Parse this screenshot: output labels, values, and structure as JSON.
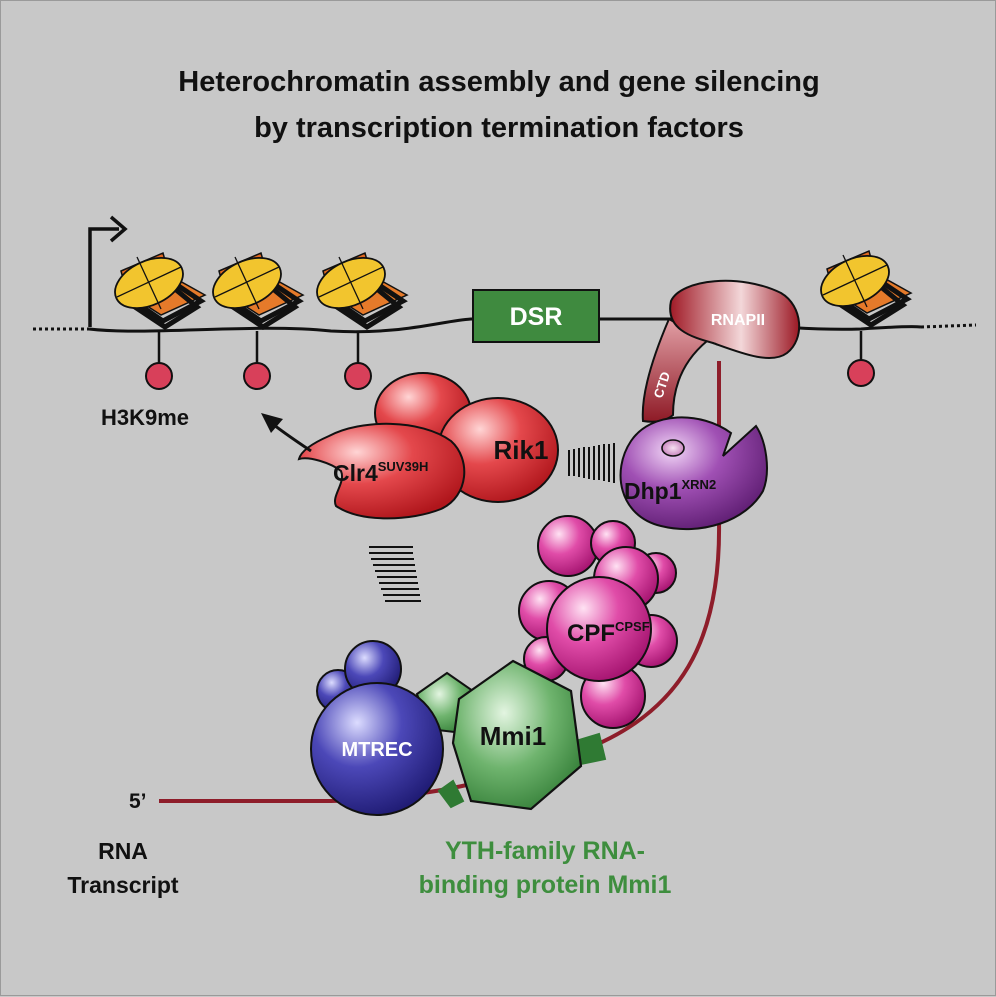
{
  "title": {
    "line1": "Heterochromatin assembly and gene silencing",
    "line2": "by transcription termination factors"
  },
  "labels": {
    "dsr": "DSR",
    "rnapii": "RNAPII",
    "ctd": "CTD",
    "h3k9me": "H3K9me",
    "rik1": "Rik1",
    "clr4": "Clr4",
    "clr4_sup": "SUV39H",
    "dhp1": "Dhp1",
    "dhp1_sup": "XRN2",
    "cpf": "CPF",
    "cpf_sup": "CPSF",
    "mmi1": "Mmi1",
    "mtrec": "MTREC",
    "five_prime": "5’",
    "rna_line1": "RNA",
    "rna_line2": "Transcript",
    "yth_line1": "YTH-family RNA-",
    "yth_line2": "binding protein Mmi1"
  },
  "colors": {
    "background": "#c8c8c8",
    "red_protein": "#d8383c",
    "purple_protein": "#8a3f9e",
    "magenta_protein": "#d83a9c",
    "green_protein": "#4e9a52",
    "blue_protein": "#3a35a0",
    "dsr_box": "#3f8a3f",
    "rna": "#8e1d2a",
    "nucleosome": "#f0c030",
    "yth_label": "#3e8e3e"
  }
}
